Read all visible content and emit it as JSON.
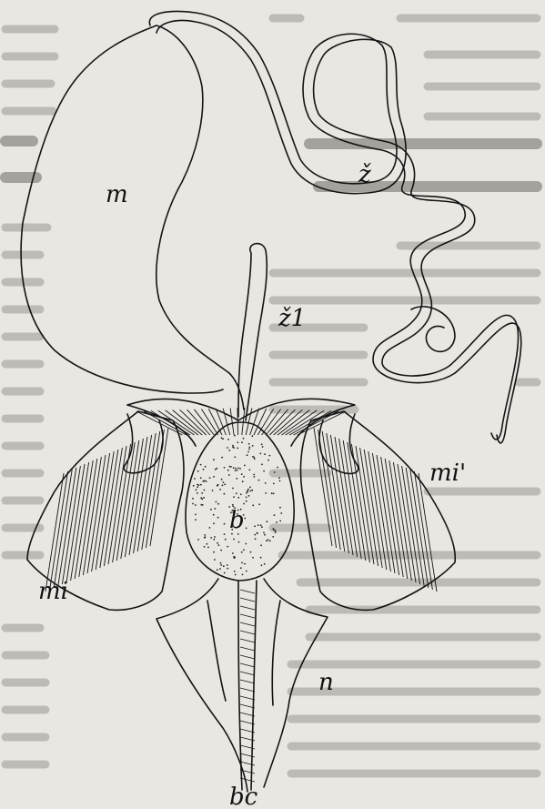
{
  "labels": {
    "m": "m",
    "z": "ž",
    "z1": "ž1",
    "mi_right": "mi'",
    "mi_left": "mi",
    "b": "b",
    "n": "n",
    "bc": "bc"
  }
}
